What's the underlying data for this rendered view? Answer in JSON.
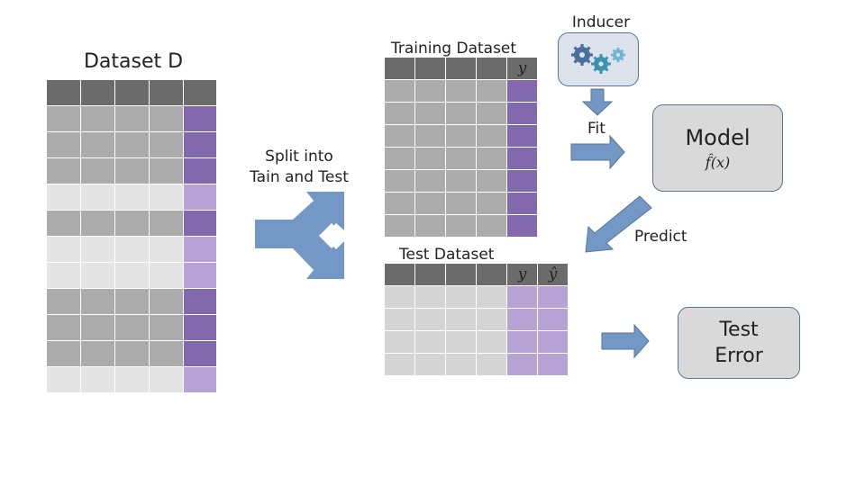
{
  "colors": {
    "header": "#6b6b6b",
    "mid_gray": "#ababab",
    "light_gray": "#e4e4e4",
    "test_gray": "#d4d4d4",
    "purple_dark": "#8268ad",
    "purple_light": "#b6a2d4",
    "arrow_blue": "#7398c6",
    "box_border": "#5a7592",
    "box_fill": "#d9d9d9"
  },
  "dataset": {
    "title": "Dataset D",
    "row_shades": [
      "dark",
      "dark",
      "dark",
      "light",
      "dark",
      "light",
      "light",
      "dark",
      "dark",
      "dark",
      "light"
    ]
  },
  "split_label": "Split into\nTain and Test",
  "training": {
    "title": "Training Dataset",
    "target_label": "y",
    "row_count": 7
  },
  "test": {
    "title": "Test Dataset",
    "target_label": "y",
    "prediction_label": "ŷ",
    "row_count": 4
  },
  "inducer": {
    "label": "Inducer",
    "icon": "gears-icon"
  },
  "fit_label": "Fit",
  "model": {
    "title": "Model",
    "formula": "f̂(x)"
  },
  "predict_label": "Predict",
  "test_error": {
    "line1": "Test",
    "line2": "Error"
  }
}
